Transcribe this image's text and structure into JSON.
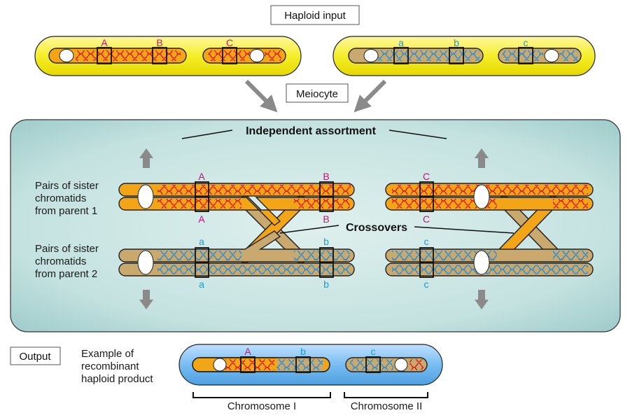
{
  "labels": {
    "haploid_input": "Haploid input",
    "meiocyte": "Meiocyte",
    "output": "Output",
    "independent_assortment": "Independent assortment",
    "crossovers": "Crossovers",
    "parent1_line1": "Pairs of sister",
    "parent1_line2": "chromatids",
    "parent1_line3": "from parent 1",
    "parent2_line1": "Pairs of sister",
    "parent2_line2": "chromatids",
    "parent2_line3": "from parent 2",
    "example_line1": "Example of",
    "example_line2": "recombinant",
    "example_line3": "haploid product",
    "chromosome_1": "Chromosome I",
    "chromosome_2": "Chromosome II"
  },
  "genes": {
    "A": "A",
    "B": "B",
    "C": "C",
    "a": "a",
    "b": "b",
    "c": "c"
  },
  "colors": {
    "parent1_chromosome": "#f2a516",
    "parent2_chromosome": "#c9a96e",
    "parent1_strand": "#e02020",
    "parent2_strand": "#2a8fd8",
    "parent1_cell": "#f5ee2a",
    "parent2_cell": "#f5ee2a",
    "meiocyte_cell": "#bfe0e0",
    "output_cell": "#6fb4ee",
    "arrow": "#8a8a8a",
    "gene_label_red": "#cc1177",
    "gene_label_blue": "#1a9ad8"
  }
}
